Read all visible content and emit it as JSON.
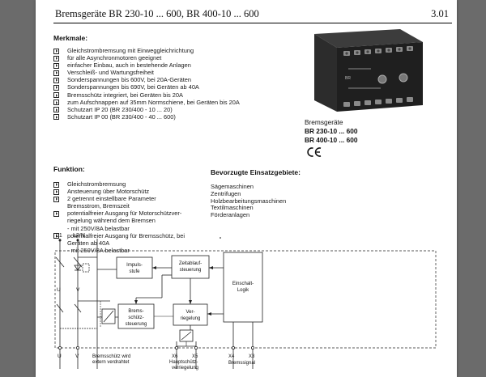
{
  "header": {
    "title": "Bremsgeräte BR 230-10 ... 600, BR 400-10 ... 600",
    "page_number": "3.01"
  },
  "merkmale": {
    "title": "Merkmale:",
    "items": [
      "Gleichstrombremsung mit Einweggleichrichtung",
      "für alle Asynchronmotoren geeignet",
      "einfacher Einbau, auch in bestehende Anlagen",
      "Verschleiß- und Wartungsfreiheit",
      "Sonderspannungen bis 600V, bei 20A-Geräten",
      "Sonderspannungen bis 690V, bei Geräten ab 40A",
      "Bremsschütz integriert, bei Geräten bis 20A",
      "zum Aufschnappen auf 35mm Normschiene, bei Geräten bis 20A",
      "Schutzart IP 20 (BR 230/400 - 10 ... 20)",
      "Schutzart IP 00 (BR 230/400 - 40 ... 600)"
    ]
  },
  "product": {
    "caption": "Bremsgeräte",
    "model_1": "BR 230-10 ... 600",
    "model_2": "BR 400-10 ... 600",
    "device_label": "BR",
    "mark": "CE"
  },
  "funktion": {
    "title": "Funktion:",
    "items": [
      {
        "text": "Gleichstrombremsung",
        "bullet": true
      },
      {
        "text": "Ansteuerung über Motorschütz",
        "bullet": true
      },
      {
        "text": "2 getrennt einstellbare Parameter",
        "bullet": true
      },
      {
        "text": "Bremsstrom, Bremszeit",
        "bullet": false
      },
      {
        "text": "potentialfreier Ausgang für Motorschützver-",
        "bullet": true
      },
      {
        "text": "riegelung während dem Bremsen",
        "bullet": false
      },
      {
        "text": "- mit 250V/8A belastbar",
        "bullet": false
      },
      {
        "text": "potentialfreier Ausgang für Bremsschütz, bei",
        "bullet": true
      },
      {
        "text": "Geräten ab 40A",
        "bullet": false
      },
      {
        "text": "- mit 250V/8A belastbar",
        "bullet": false
      }
    ]
  },
  "einsatz": {
    "title": "Bevorzugte Einsatzgebiete:",
    "items": [
      "Sägemaschinen",
      "Zentrifugen",
      "Holzbearbeitungsmaschinen",
      "Textilmaschinen",
      "Förderanlagen"
    ]
  },
  "diagram": {
    "terminals_top": [
      "L1",
      "L2/N"
    ],
    "mid_labels": [
      "U",
      "V"
    ],
    "blocks": {
      "impuls": [
        "Impuls-",
        "stufe"
      ],
      "zeitablauf": [
        "Zeitablauf-",
        "steuerung"
      ],
      "einschalt": [
        "Einschalt-",
        "Logik"
      ],
      "bremsschuetz": [
        "Brems-",
        "schütz-",
        "steuerung"
      ],
      "verriegelung": [
        "Ver-",
        "riegelung"
      ]
    },
    "bottom_labels": {
      "u": "U",
      "v": "V",
      "note": [
        "Bremsschütz wird",
        "extern verdrahtet"
      ],
      "x6": "X6",
      "x5": "X5",
      "hauptschuetz": [
        "Hauptschütz-",
        "verriegelung"
      ],
      "x4": "X4",
      "x3": "X3",
      "bremssignal": "Bremssignal"
    }
  }
}
